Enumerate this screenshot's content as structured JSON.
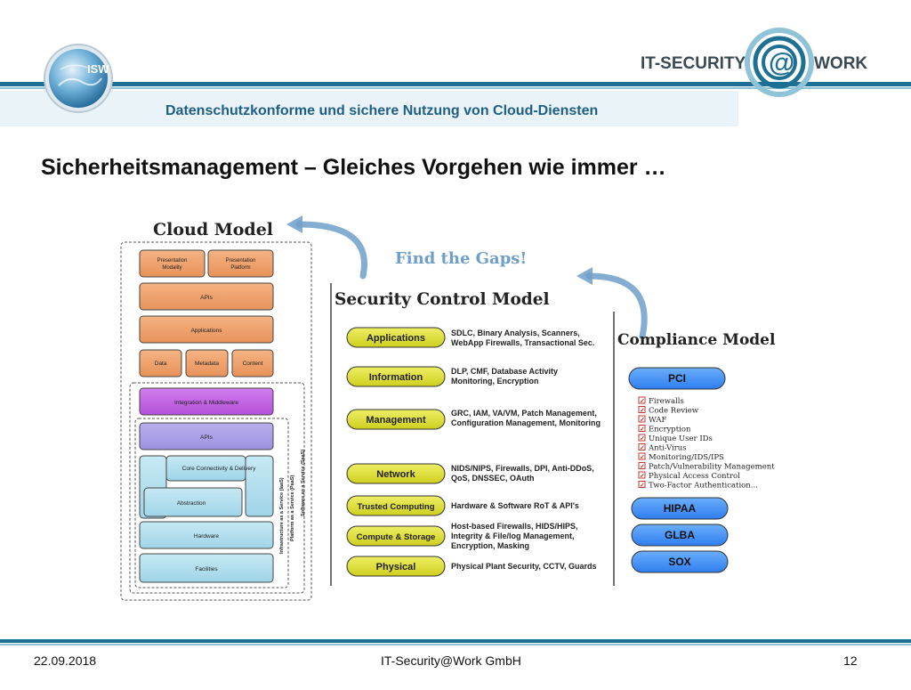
{
  "header": {
    "subtitle": "Datenschutzkonforme und sichere Nutzung von Cloud-Diensten",
    "isw_logo_text": "ISW",
    "company_logo": {
      "left": "IT-SECURITY",
      "right": "WORK",
      "at": "@"
    }
  },
  "slide": {
    "title": "Sicherheitsmanagement – Gleiches Vorgehen wie immer …"
  },
  "diagram": {
    "cloud_model_title": "Cloud Model",
    "find_gaps": "Find the Gaps!",
    "security_model_title": "Security Control Model",
    "compliance_model_title": "Compliance Model",
    "cloud_boxes": {
      "presentation_modality": [
        "Presentation",
        "Modality"
      ],
      "presentation_platform": [
        "Presentation",
        "Platform"
      ],
      "apis_top": "APIs",
      "applications": "Applications",
      "data": "Data",
      "metadata": "Metadata",
      "content": "Content",
      "integration": "Integration & Middleware",
      "apis_mid": "APIs",
      "core_connectivity": "Core Connectivity & Delivery",
      "abstraction": "Abstraction",
      "hardware": "Hardware",
      "facilities": "Facilities"
    },
    "service_labels": {
      "iaas": "Infrastructure as a Service (IaaS)",
      "paas": "Platform as a Service (PaaS)",
      "saas": "Software as a Service (SaaS)"
    },
    "controls": [
      {
        "label": "Applications",
        "desc": [
          "SDLC, Binary Analysis, Scanners,",
          "WebApp Firewalls, Transactional Sec."
        ]
      },
      {
        "label": "Information",
        "desc": [
          "DLP, CMF, Database Activity",
          "Monitoring, Encryption"
        ]
      },
      {
        "label": "Management",
        "desc": [
          "GRC, IAM, VA/VM, Patch Management,",
          "Configuration Management, Monitoring"
        ]
      },
      {
        "label": "Network",
        "desc": [
          "NIDS/NIPS, Firewalls, DPI, Anti-DDoS,",
          "QoS, DNSSEC, OAuth"
        ]
      },
      {
        "label": "Trusted Computing",
        "desc": [
          "Hardware & Software RoT & API's"
        ]
      },
      {
        "label": "Compute & Storage",
        "desc": [
          "Host-based Firewalls, HIDS/HIPS,",
          "Integrity & File/log Management,",
          "Encryption, Masking"
        ]
      },
      {
        "label": "Physical",
        "desc": [
          "Physical Plant Security, CCTV, Guards"
        ]
      }
    ],
    "compliance": {
      "pci": "PCI",
      "checklist": [
        "Firewalls",
        "Code Review",
        "WAF",
        "Encryption",
        "Unique User IDs",
        "Anti-Virus",
        "Monitoring/IDS/IPS",
        "Patch/Vulnerability Management",
        "Physical Access Control",
        "Two-Factor Authentication..."
      ],
      "hipaa": "HIPAA",
      "glba": "GLBA",
      "sox": "SOX"
    }
  },
  "footer": {
    "date": "22.09.2018",
    "company": "IT-Security@Work GmbH",
    "page": "12"
  }
}
